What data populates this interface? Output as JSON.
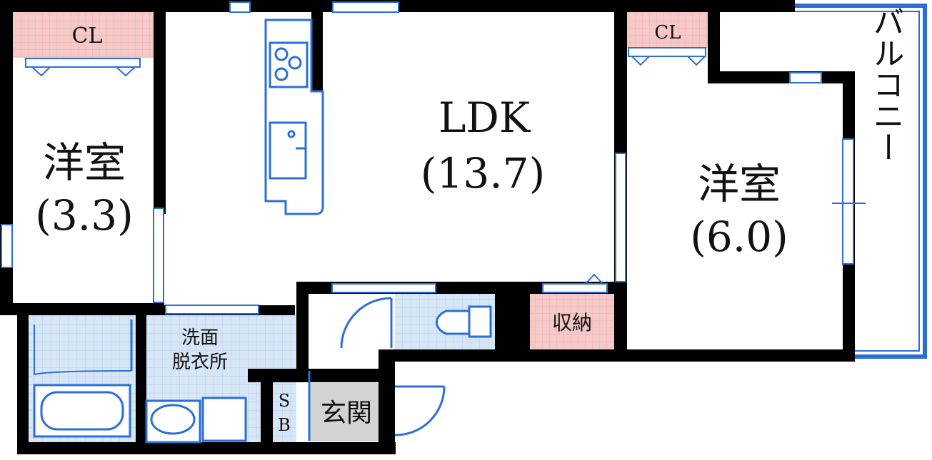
{
  "rooms": {
    "west_room": {
      "name": "洋室",
      "size": "(3.3)"
    },
    "ldk": {
      "name": "LDK",
      "size": "(13.7)"
    },
    "east_room": {
      "name": "洋室",
      "size": "(6.0)"
    },
    "closet_west": {
      "name": "CL"
    },
    "closet_east": {
      "name": "CL"
    },
    "storage": {
      "name": "収納"
    },
    "washroom": {
      "line1": "洗面",
      "line2": "脱衣所"
    },
    "entrance": {
      "name": "玄関"
    },
    "shoe_box": {
      "line1": "S",
      "line2": "B"
    },
    "balcony": {
      "name": "バルコニー"
    }
  },
  "colors": {
    "wall": "#000000",
    "fixture": "#2b6fd6",
    "closet_fill": "#f6c9c9",
    "wet_tile": "#d7e6f7",
    "entrance_fill": "#d3d3d3"
  }
}
